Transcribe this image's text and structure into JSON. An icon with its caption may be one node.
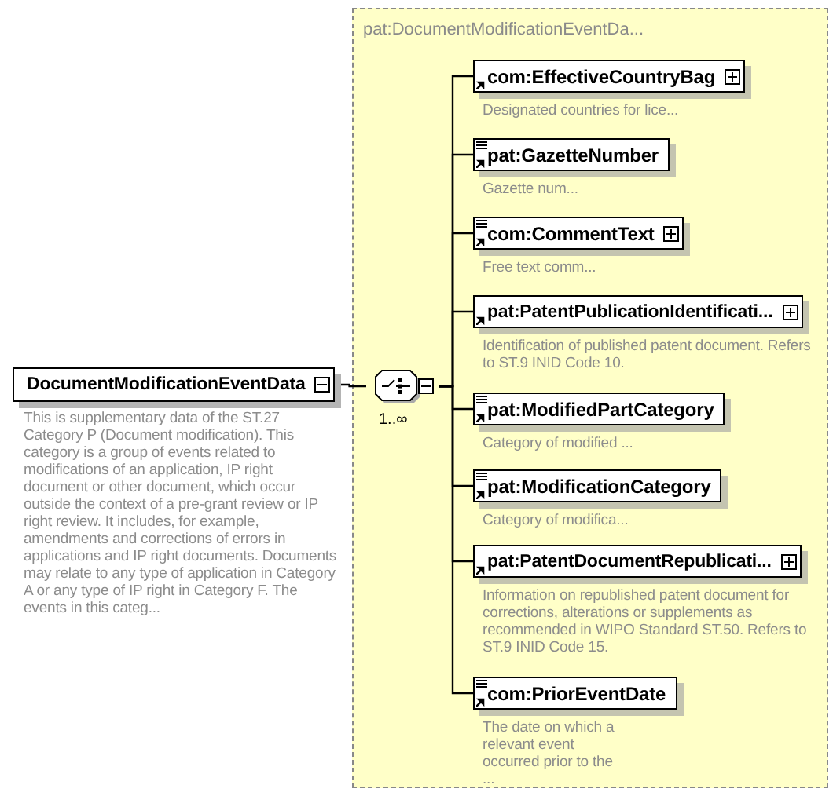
{
  "diagram": {
    "nodes": [
      {
        "text": [
          "DocumentModificationEventData"
        ],
        "beside": [
          "This is supplementary data of the ST.27 Category P (Document modification). This category is a group of events related to modifications of an application, IP right document or other document, which occur outside the context of a pre-grant review or IP right review. It includes, for example, amendments and corrections of errors in applications and IP right documents. Documents may relate to any type of application in Category A or any type of IP right in Category F. The events in this categ..."
        ]
      },
      {
        "text": [
          "pat:DocumentModificationEventDa..."
        ]
      },
      {
        "text": [],
        "shape": "octagon",
        "in": 1,
        "beside": [
          "1..∞"
        ]
      },
      {
        "text": [
          "com:EffectiveCountryBag"
        ],
        "in": 1,
        "beside": [
          "Designated countries for lice..."
        ]
      },
      {
        "text": [
          "pat:GazetteNumber"
        ],
        "in": 1,
        "beside": [
          "Gazette num..."
        ]
      },
      {
        "text": [
          "com:CommentText"
        ],
        "in": 1,
        "beside": [
          "Free text comm..."
        ]
      },
      {
        "text": [
          "pat:PatentPublicationIdentificati..."
        ],
        "in": 1,
        "beside": [
          "Identification of published patent document. Refers to ST.9 INID Code 10."
        ]
      },
      {
        "text": [
          "pat:ModifiedPartCategory"
        ],
        "in": 1,
        "beside": [
          "Category of modified ..."
        ]
      },
      {
        "text": [
          "pat:ModificationCategory"
        ],
        "in": 1,
        "beside": [
          "Category of modifica..."
        ]
      },
      {
        "text": [
          "pat:PatentDocumentRepublicati..."
        ],
        "in": 1,
        "beside": [
          "Information on republished patent document for corrections, alterations or supplements as recommended in WIPO Standard ST.50. Refers to ST.9 INID Code 15."
        ]
      },
      {
        "text": [
          "com:PriorEventDate"
        ],
        "in": 1,
        "beside": [
          "The date on which a relevant event occurred prior to the ..."
        ]
      }
    ],
    "edges": [
      {
        "from": 0,
        "to": 2,
        "arrow": "none"
      },
      {
        "from": 2,
        "to": 3,
        "arrow": "none"
      },
      {
        "from": 2,
        "to": 4,
        "arrow": "none"
      },
      {
        "from": 2,
        "to": 5,
        "arrow": "none"
      },
      {
        "from": 2,
        "to": 6,
        "arrow": "none"
      },
      {
        "from": 2,
        "to": 7,
        "arrow": "none"
      },
      {
        "from": 2,
        "to": 8,
        "arrow": "none"
      },
      {
        "from": 2,
        "to": 9,
        "arrow": "none"
      },
      {
        "from": 2,
        "to": 10,
        "arrow": "none"
      }
    ]
  }
}
